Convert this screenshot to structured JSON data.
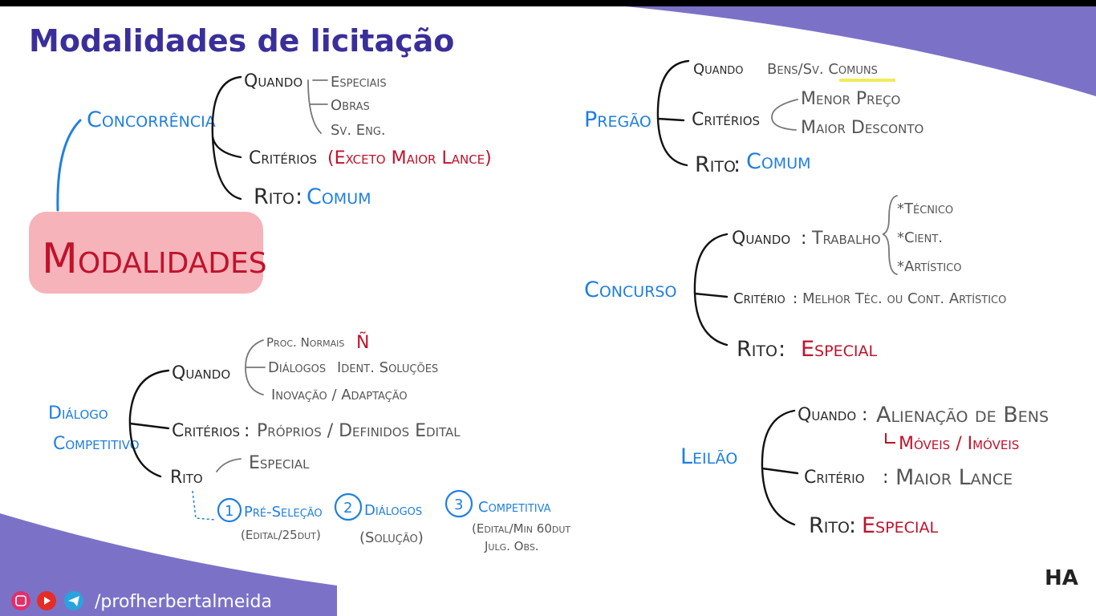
{
  "title": "Modalidades de licitação",
  "center": {
    "label": "Modalidades"
  },
  "concorrencia": {
    "name": "Concorrência",
    "quando": "Quando",
    "quando_items": [
      "Especiais",
      "Obras",
      "Sv. Eng."
    ],
    "criterios": "Critérios",
    "criterios_exc": "(Exceto Maior Lance)",
    "rito": "Rito",
    "rito_val": "Comum"
  },
  "pregao": {
    "name": "Pregão",
    "quando": "Quando",
    "quando_val": "Bens/Sv. Comuns",
    "criterios": "Critérios",
    "crit_items": [
      "Menor Preço",
      "Maior Desconto"
    ],
    "rito": "Rito",
    "rito_val": "Comum"
  },
  "concurso": {
    "name": "Concurso",
    "quando": "Quando",
    "quando_val": "Trabalho",
    "quando_items": [
      "*Técnico",
      "*Cient.",
      "*Artístico"
    ],
    "criterio": "Critério",
    "criterio_val": "Melhor Téc. ou Cont. Artístico",
    "rito": "Rito",
    "rito_val": "Especial"
  },
  "dialogo": {
    "name_line1": "Diálogo",
    "name_line2": "Competitivo",
    "quando": "Quando",
    "quando_items": [
      "Proc. Normais",
      "Diálogos",
      "Inovação / Adaptação"
    ],
    "proc_result": "Ñ",
    "dialogos_result": "Ident. Soluções",
    "criterios": "Critérios",
    "criterios_val": "Próprios / Definidos Edital",
    "rito": "Rito",
    "rito_val": "Especial",
    "fases": [
      {
        "num": "1",
        "name": "Pré-Seleção",
        "note": "(Edital/25dut)"
      },
      {
        "num": "2",
        "name": "Diálogos",
        "note": "(Solução)"
      },
      {
        "num": "3",
        "name": "Competitiva",
        "note": "(Edital/Min 60dut",
        "note2": "Julg. Obs."
      }
    ]
  },
  "leilao": {
    "name": "Leilão",
    "quando": "Quando",
    "quando_val": "Alienação de Bens",
    "sub_val": "Móveis / Imóveis",
    "criterio": "Critério",
    "criterio_val": "Maior Lance",
    "rito": "Rito",
    "rito_val": "Especial"
  },
  "footer": {
    "handle": "/profherbertalmeida",
    "logo": "HA"
  },
  "colors": {
    "purple_band": "#7b72c8",
    "title": "#3a2f9a",
    "blue": "#1f7fe0",
    "red": "#c0122b",
    "pink": "#f4a6ad"
  }
}
